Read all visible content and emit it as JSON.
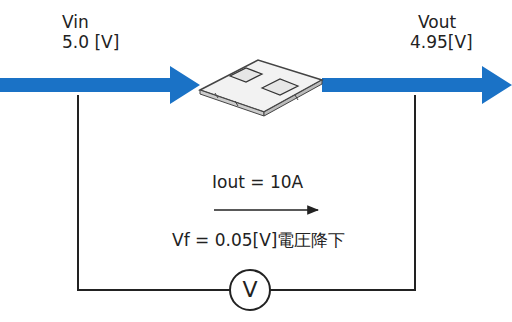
{
  "diagram": {
    "nodes": [
      {
        "text": [
          "V"
        ]
      }
    ],
    "labels": [
      "Vin",
      "5.0 [V]",
      "Vout",
      "4.95[V]",
      "Iout = 10A",
      "Vf = 0.05[V]電圧降下"
    ]
  }
}
